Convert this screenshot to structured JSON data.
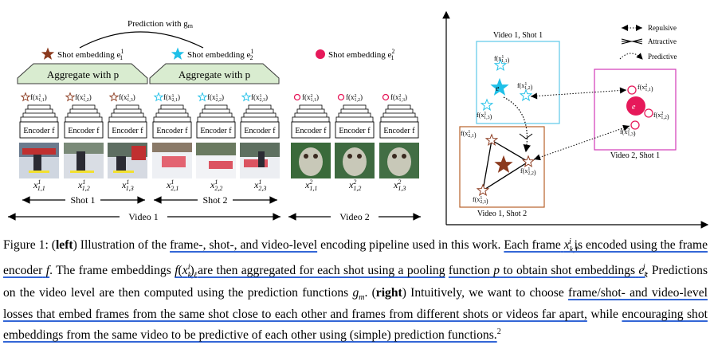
{
  "figure": {
    "left": {
      "prediction_label": "Prediction with g",
      "prediction_sub": "m",
      "shot_embeddings": [
        {
          "label": "Shot embedding e",
          "sub": "1",
          "sup": "1",
          "color": "#8b3a1e"
        },
        {
          "label": "Shot embedding e",
          "sub": "2",
          "sup": "1",
          "color": "#1fc0e8"
        },
        {
          "label": "Shot embedding e",
          "sub": "1",
          "sup": "2",
          "color": "#e6195a"
        }
      ],
      "aggregate_label": "Aggregate with p",
      "frame_embeddings": [
        {
          "text": "f(x",
          "sub": "1,1",
          "sup": "1"
        },
        {
          "text": "f(x",
          "sub": "1,2",
          "sup": "1"
        },
        {
          "text": "f(x",
          "sub": "1,3",
          "sup": "1"
        },
        {
          "text": "f(x",
          "sub": "2,1",
          "sup": "1"
        },
        {
          "text": "f(x",
          "sub": "2,2",
          "sup": "1"
        },
        {
          "text": "f(x",
          "sub": "2,3",
          "sup": "1"
        },
        {
          "text": "f(x",
          "sub": "1,1",
          "sup": "2"
        },
        {
          "text": "f(x",
          "sub": "1,2",
          "sup": "2"
        },
        {
          "text": "f(x",
          "sub": "1,3",
          "sup": "2"
        }
      ],
      "encoder_label": "Encoder f",
      "frame_labels": [
        {
          "sub": "1,1",
          "sup": "1"
        },
        {
          "sub": "1,2",
          "sup": "1"
        },
        {
          "sub": "1,3",
          "sup": "1"
        },
        {
          "sub": "2,1",
          "sup": "1"
        },
        {
          "sub": "2,2",
          "sup": "1"
        },
        {
          "sub": "2,3",
          "sup": "1"
        },
        {
          "sub": "1,1",
          "sup": "2"
        },
        {
          "sub": "1,2",
          "sup": "2"
        },
        {
          "sub": "1,3",
          "sup": "2"
        }
      ],
      "shot1": "Shot 1",
      "shot2": "Shot 2",
      "video1": "Video 1",
      "video2": "Video 2",
      "colors": {
        "aggregate_fill": "#d9ecd0",
        "aggregate_stroke": "#3a3a3a",
        "star1": "#8b3a1e",
        "star2": "#1fc0e8",
        "circle": "#e6195a"
      }
    },
    "right": {
      "legend": [
        "Repulsive",
        "Attractive",
        "Predictive"
      ],
      "box_v1s1": "Video 1, Shot 1",
      "box_v1s2": "Video 1, Shot 2",
      "box_v2s1": "Video 2, Shot 1",
      "center_labels": [
        "e",
        "e",
        "e"
      ],
      "colors": {
        "v1s1": "#5cc8e8",
        "v1s2": "#b8622a",
        "v2s1": "#d23ab8"
      }
    }
  },
  "caption": {
    "fig_label": "Figure 1:",
    "left_tag": "left",
    "right_tag": "right",
    "s1": "Illustration of the",
    "s2": "frame-, shot-, and video-level",
    "s3": "encoding pipeline used in this work.",
    "s4": "Each frame",
    "s5": "is encoded using the frame encoder",
    "s6": ". The frame embeddings",
    "s7": "are then aggregated for each shot using a pooling",
    "s8": "function",
    "s9": "to obtain shot embeddings",
    "s10": ". Predictions on the video level are then computed using the prediction functions",
    "s11": "Intuitively, we want to choose",
    "s12": "frame/shot- and video-level losses that embed frames from the same shot close to each other and frames from different shots or videos far apart,",
    "s13": "while",
    "s14": "encouraging shot embeddings from the same video to be predictive of each other using (simple) prediction functions.",
    "footnote": "2"
  }
}
